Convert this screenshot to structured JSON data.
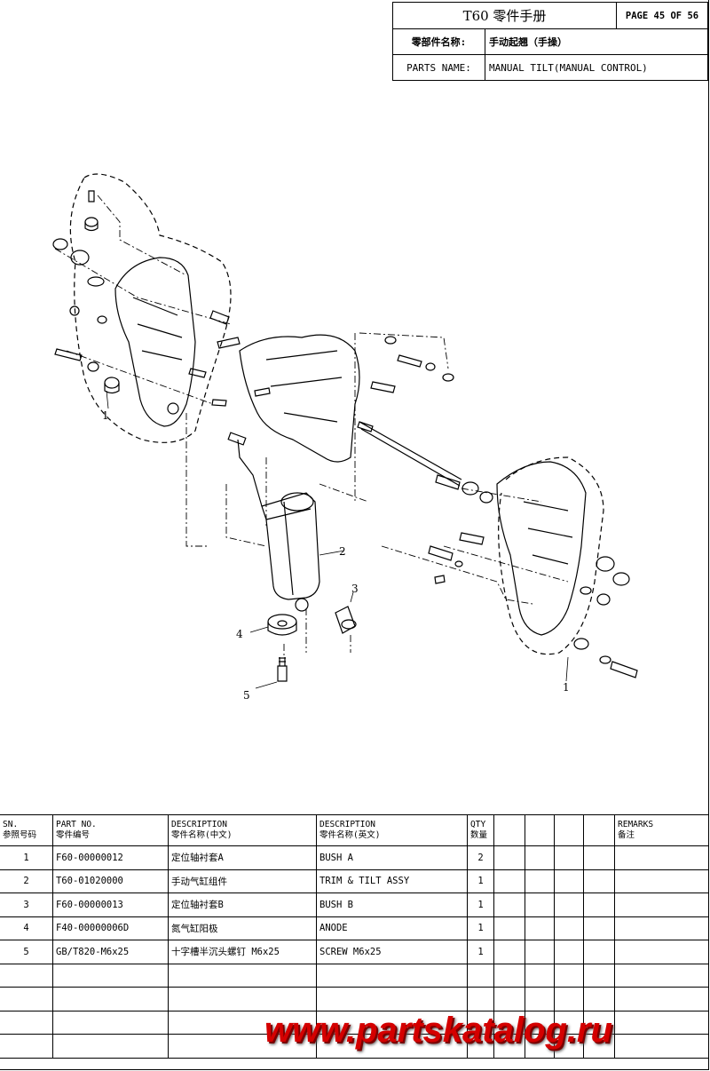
{
  "header": {
    "title": "T60 零件手册",
    "page": "PAGE 45 OF 56",
    "cn_name_label": "零部件名称:",
    "cn_name_value": "手动起翘（手操）",
    "en_name_label": "PARTS NAME:",
    "en_name_value": "MANUAL TILT(MANUAL CONTROL)"
  },
  "callouts": [
    "1",
    "2",
    "3",
    "4",
    "5",
    "1"
  ],
  "table": {
    "headers": {
      "sn": [
        "SN.",
        "参照号码"
      ],
      "part_no": [
        "PART NO.",
        "零件编号"
      ],
      "desc_cn": [
        "DESCRIPTION",
        "零件名称(中文)"
      ],
      "desc_en": [
        "DESCRIPTION",
        "零件名称(英文)"
      ],
      "qty": [
        "QTY",
        "数量"
      ],
      "remarks": [
        "REMARKS",
        "备注"
      ]
    },
    "rows": [
      {
        "sn": "1",
        "part_no": "F60-00000012",
        "desc_cn": "定位轴衬套A",
        "desc_en": "BUSH A",
        "qty": "2"
      },
      {
        "sn": "2",
        "part_no": "T60-01020000",
        "desc_cn": "手动气缸组件",
        "desc_en": "TRIM & TILT ASSY",
        "qty": "1"
      },
      {
        "sn": "3",
        "part_no": "F60-00000013",
        "desc_cn": "定位轴衬套B",
        "desc_en": "BUSH B",
        "qty": "1"
      },
      {
        "sn": "4",
        "part_no": "F40-00000006D",
        "desc_cn": "氮气缸阳极",
        "desc_en": "ANODE",
        "qty": "1"
      },
      {
        "sn": "5",
        "part_no": "GB/T820-M6x25",
        "desc_cn": "十字槽半沉头螺钉 M6x25",
        "desc_en": "SCREW M6x25",
        "qty": "1"
      }
    ]
  },
  "watermark": "www.partskatalog.ru"
}
